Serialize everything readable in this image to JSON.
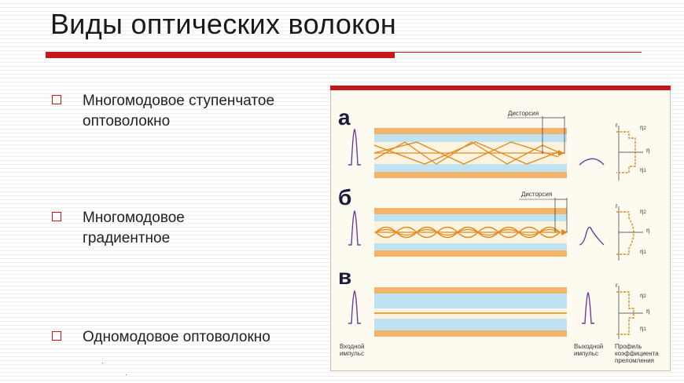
{
  "title": "Виды оптических волокон",
  "bullets": [
    {
      "line1": "Многомодовое ступенчатое",
      "line2": "оптоволокно"
    },
    {
      "line1": "Многомодовое",
      "line2": "градиентное"
    },
    {
      "line1": "Одномодовое оптоволокно",
      "line2": ""
    }
  ],
  "diagram": {
    "letters": [
      "а",
      "б",
      "в"
    ],
    "distortion": "Дисторсия",
    "eta": "η",
    "sub1": "1",
    "sub2": "2",
    "r_axis": "r",
    "input_label": [
      "Входной",
      "импульс"
    ],
    "output_label": [
      "Выходной",
      "импульс"
    ],
    "profile_label": [
      "Профиль",
      "коэффициента",
      "преломления"
    ]
  },
  "colors": {
    "accent_red": "#c8161d",
    "cladding_orange": "#f2b36b",
    "core_blue": "#bfe3f2",
    "ray_orange": "#e08a1e",
    "pulse_purple": "#6a3d9a"
  }
}
